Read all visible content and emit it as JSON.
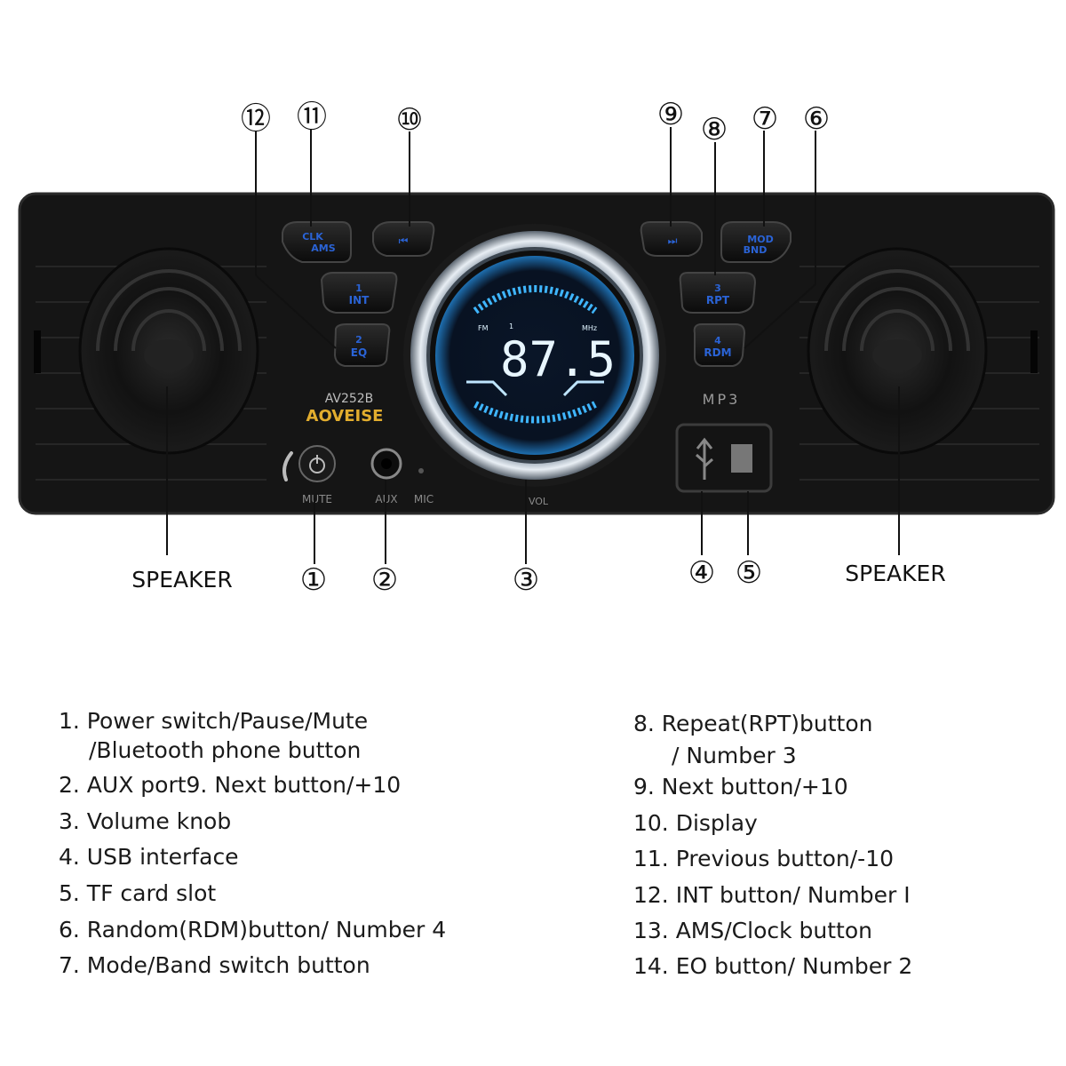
{
  "device": {
    "model": "AV252B",
    "brand": "AOVEISE",
    "mp3_logo": "MP3",
    "display": {
      "fm": "FM",
      "channel": "1",
      "mhz": "MHz",
      "frequency": "87.5"
    },
    "labels": {
      "mute": "MUTE",
      "aux": "AUX",
      "mic": "MIC",
      "vol": "VOL"
    },
    "buttons": {
      "clk_ams": [
        "CLK",
        "AMS"
      ],
      "prev": "⏮",
      "int": [
        "1",
        "INT"
      ],
      "eq": [
        "2",
        "EQ"
      ],
      "next": "⏭",
      "mod_bnd": [
        "MOD",
        "BND"
      ],
      "rpt": [
        "3",
        "RPT"
      ],
      "rdm": [
        "4",
        "RDM"
      ]
    }
  },
  "callouts": {
    "speaker_left": "SPEAKER",
    "speaker_right": "SPEAKER",
    "n1": "①",
    "n2": "②",
    "n3": "③",
    "n4": "④",
    "n5": "⑤",
    "n6": "⑥",
    "n7": "⑦",
    "n8": "⑧",
    "n9": "⑨",
    "n10": "⑩",
    "n11": "⑪",
    "n12": "⑫"
  },
  "legend": {
    "left": [
      "1. Power switch/Pause/Mute",
      "/Bluetooth phone button",
      "2. AUX port9. Next button/+10",
      "3. Volume knob",
      "4. USB interface",
      "5. TF card slot",
      "6. Random(RDM)button/ Number 4",
      "7. Mode/Band switch button"
    ],
    "right": [
      "8. Repeat(RPT)button",
      "/ Number 3",
      "9. Next button/+10",
      "10. Display",
      "11. Previous button/-10",
      "12. INT button/ Number I",
      "13. AMS/Clock button",
      "14. EO button/ Number 2"
    ]
  },
  "colors": {
    "body": "#151515",
    "button_text": "#2a63d6",
    "display_blue": "#3fb6ff",
    "brand_gold": "#e2ad2e"
  }
}
